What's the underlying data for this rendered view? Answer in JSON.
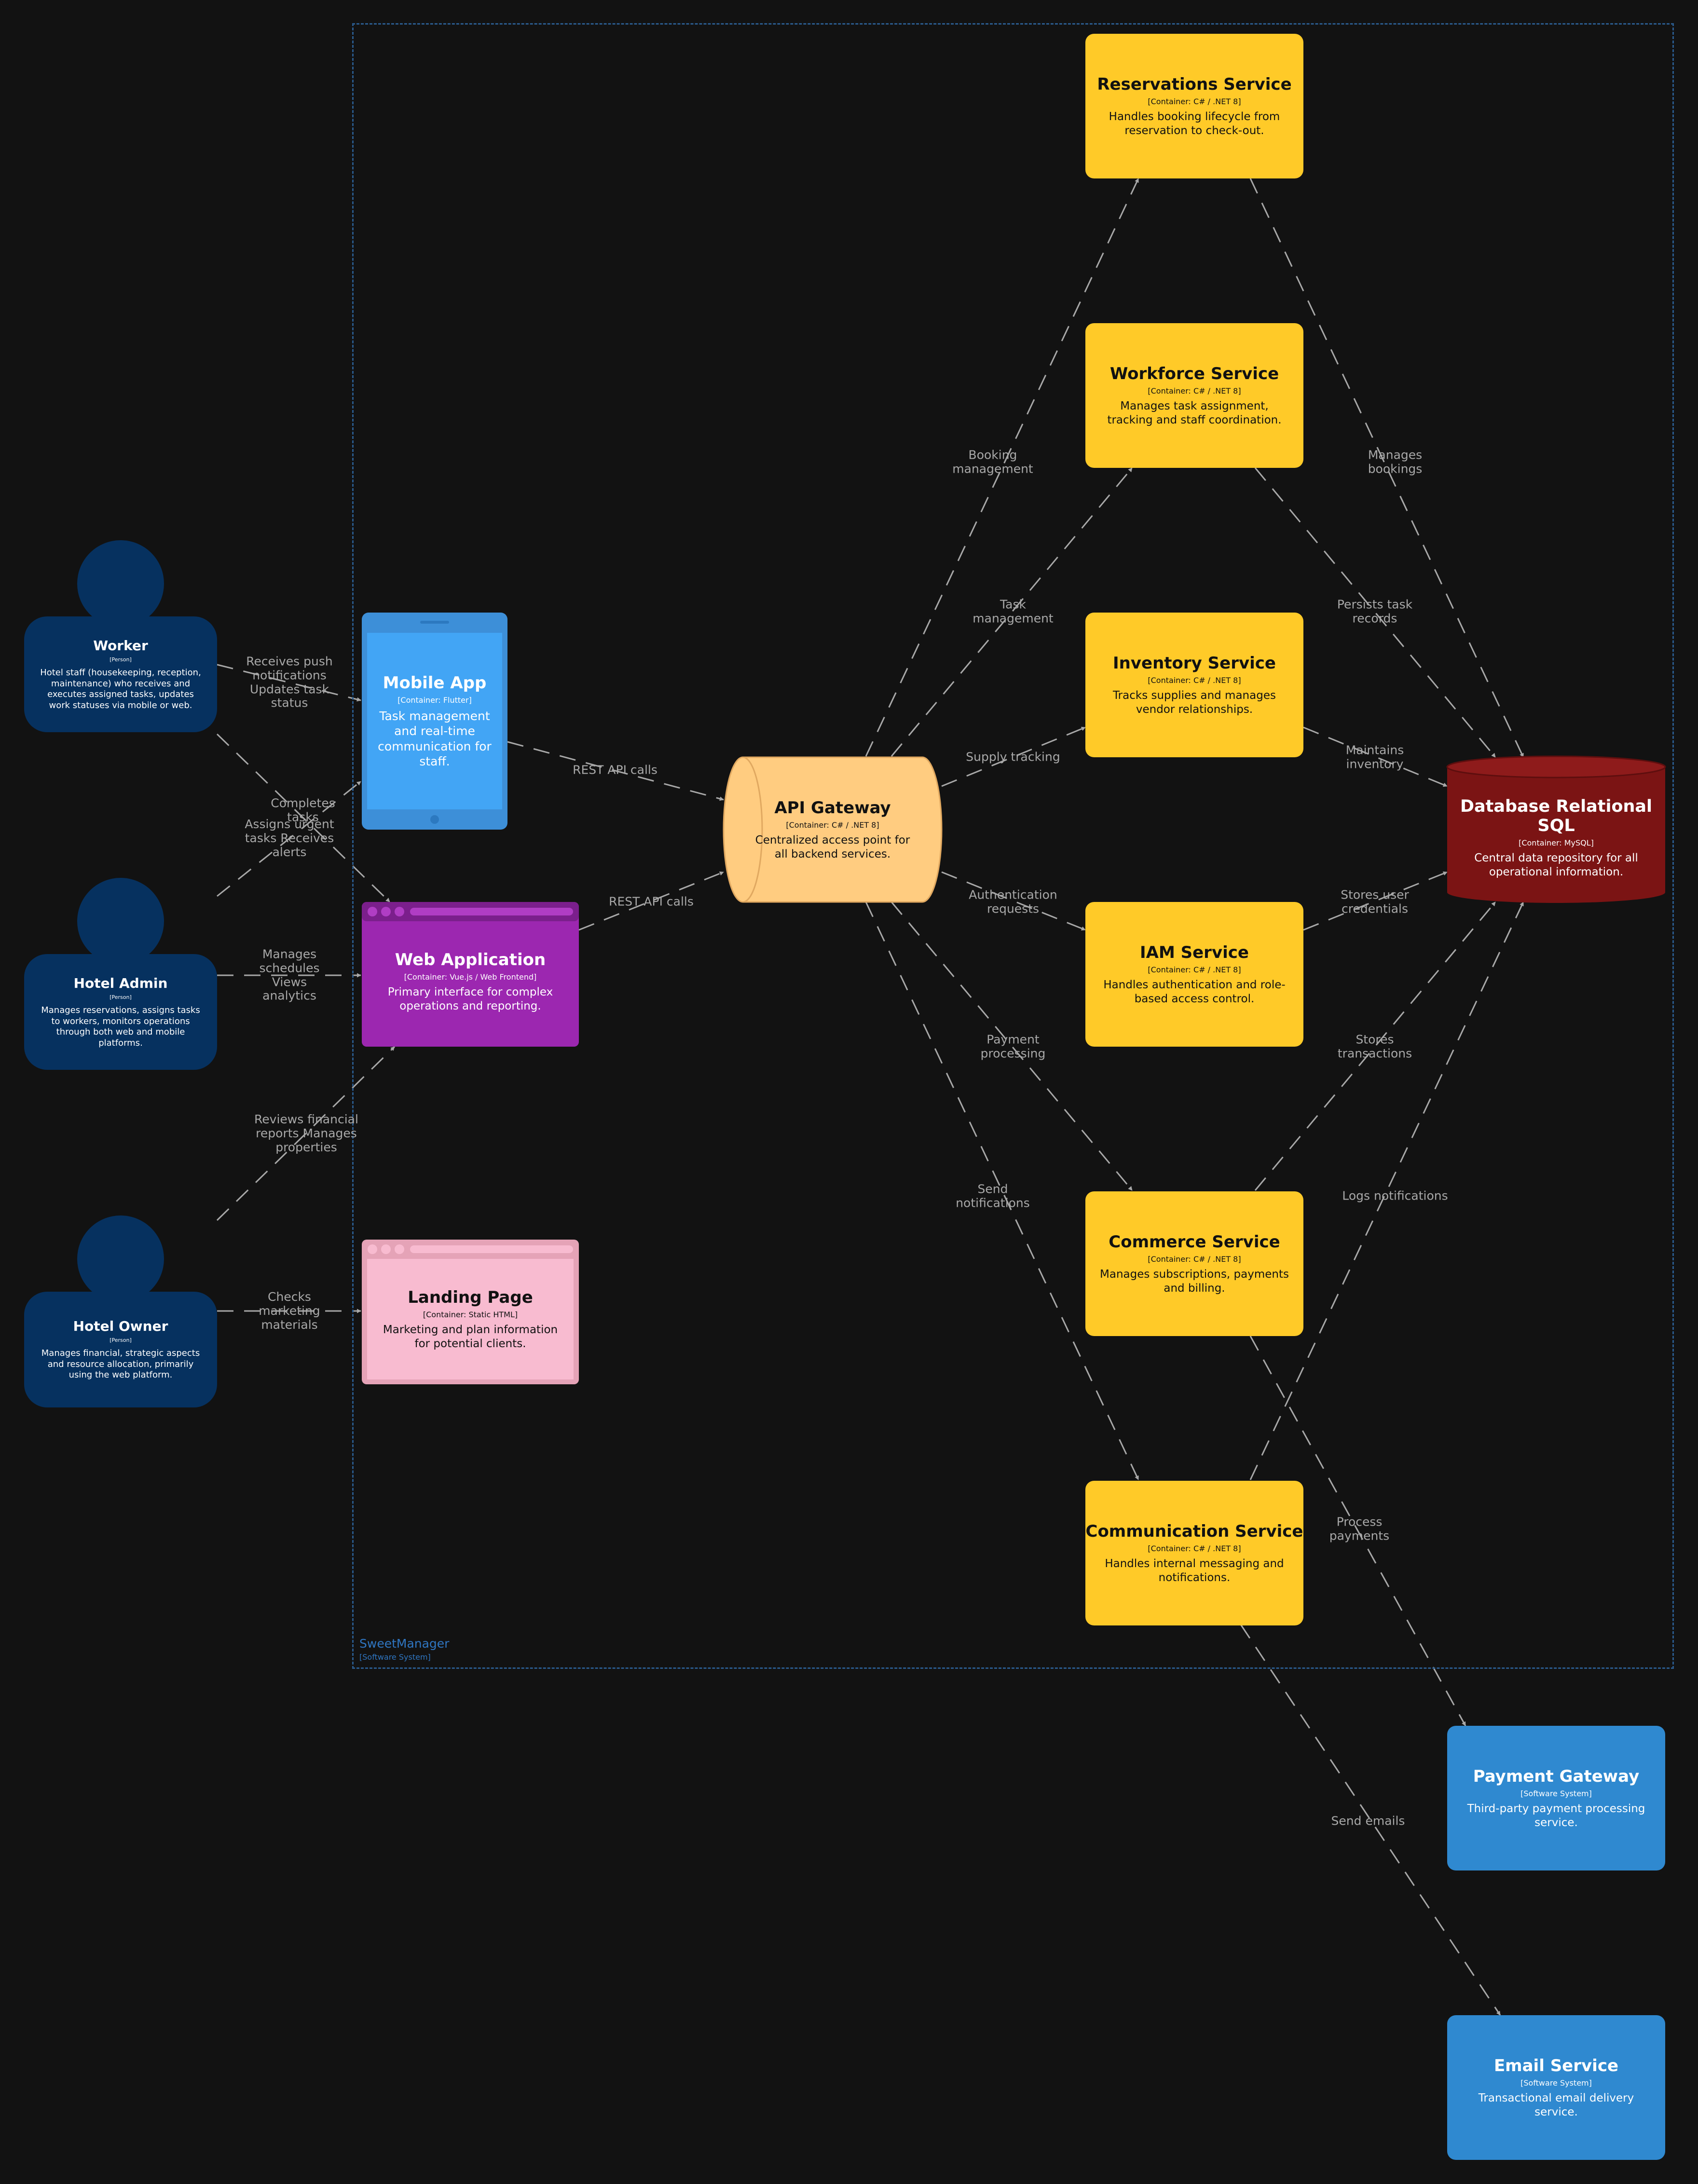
{
  "boundary": {
    "name": "SweetManager",
    "type": "[Software System]"
  },
  "people": {
    "worker": {
      "title": "Worker",
      "tag": "[Person]",
      "desc": "Hotel staff (housekeeping, reception, maintenance) who receives and executes assigned tasks, updates work statuses via mobile or web."
    },
    "admin": {
      "title": "Hotel Admin",
      "tag": "[Person]",
      "desc": "Manages reservations, assigns tasks to workers, monitors operations through both web and mobile platforms."
    },
    "owner": {
      "title": "Hotel Owner",
      "tag": "[Person]",
      "desc": "Manages financial, strategic aspects and resource allocation, primarily using the web platform."
    }
  },
  "containers": {
    "mobile": {
      "title": "Mobile App",
      "tag": "[Container: Flutter]",
      "desc": "Task management and real-time communication for staff."
    },
    "web": {
      "title": "Web Application",
      "tag": "[Container: Vue.js / Web Frontend]",
      "desc": "Primary interface for complex operations and reporting."
    },
    "landing": {
      "title": "Landing Page",
      "tag": "[Container: Static HTML]",
      "desc": "Marketing and plan information for potential clients."
    },
    "gateway": {
      "title": "API Gateway",
      "tag": "[Container: C# / .NET 8]",
      "desc": "Centralized access point for all backend services."
    },
    "reservations": {
      "title": "Reservations Service",
      "tag": "[Container: C# / .NET 8]",
      "desc": "Handles booking lifecycle from reservation to check-out."
    },
    "workforce": {
      "title": "Workforce Service",
      "tag": "[Container: C# / .NET 8]",
      "desc": "Manages task assignment, tracking and staff coordination."
    },
    "inventory": {
      "title": "Inventory Service",
      "tag": "[Container: C# / .NET 8]",
      "desc": "Tracks supplies and manages vendor relationships."
    },
    "iam": {
      "title": "IAM Service",
      "tag": "[Container: C# / .NET 8]",
      "desc": "Handles authentication and role-based access control."
    },
    "commerce": {
      "title": "Commerce Service",
      "tag": "[Container: C# / .NET 8]",
      "desc": "Manages subscriptions, payments and billing."
    },
    "communication": {
      "title": "Communication Service",
      "tag": "[Container: C# / .NET 8]",
      "desc": "Handles internal messaging and notifications."
    },
    "database": {
      "title": "Database Relational SQL",
      "tag": "[Container: MySQL]",
      "desc": "Central data repository for all operational information."
    },
    "payment": {
      "title": "Payment Gateway",
      "tag": "[Software System]",
      "desc": "Third-party payment processing service."
    },
    "email": {
      "title": "Email Service",
      "tag": "[Software System]",
      "desc": "Transactional email delivery service."
    }
  },
  "edge_labels": {
    "worker_mobile": "Receives push notifications Updates task status",
    "worker_web": "Completes tasks",
    "admin_mobile": "Assigns urgent tasks Receives alerts",
    "admin_web": "Manages schedules Views analytics",
    "owner_web": "Reviews financial reports Manages properties",
    "owner_landing": "Checks marketing materials",
    "mobile_gateway": "REST API calls",
    "web_gateway": "REST API calls",
    "gw_reservations": "Booking management",
    "gw_workforce": "Task management",
    "gw_inventory": "Supply tracking",
    "gw_iam": "Authentication requests",
    "gw_commerce": "Payment processing",
    "gw_communication": "Send notifications",
    "reservations_db": "Manages bookings",
    "workforce_db": "Persists task records",
    "inventory_db": "Maintains inventory",
    "iam_db": "Stores user credentials",
    "commerce_db": "Stores transactions",
    "communication_db": "Logs notifications",
    "commerce_payment": "Process payments",
    "communication_email": "Send emails"
  },
  "colors": {
    "person": "#06315f",
    "mobile": "#42a5f5",
    "web": "#9c27b0",
    "landing": "#f8bbd0",
    "gateway": "#ffcc80",
    "service": "#ffca28",
    "database": "#7b1414",
    "external": "#2f89d0",
    "edge": "#a8a8a8",
    "boundary": "#2a5a8c"
  }
}
